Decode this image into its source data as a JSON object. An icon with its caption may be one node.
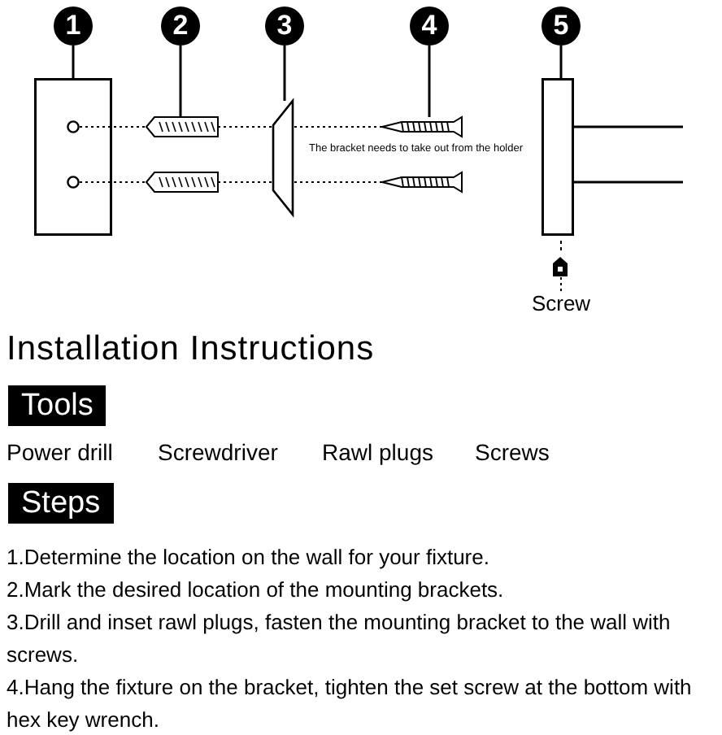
{
  "diagram": {
    "title": "Installation Instructions",
    "nodes": [
      {
        "text": [
          "1"
        ]
      },
      {
        "text": [
          "2"
        ]
      },
      {
        "text": [
          "3"
        ]
      },
      {
        "text": [
          "4"
        ]
      },
      {
        "text": [
          "5"
        ]
      },
      {
        "text": [],
        "shape": "box"
      },
      {
        "text": [],
        "shape": "plug"
      },
      {
        "text": [],
        "shape": "bracket"
      },
      {
        "text": [],
        "shape": "screw"
      },
      {
        "text": [],
        "shape": "box"
      },
      {
        "text": [],
        "shape": "screw"
      },
      {
        "text": [
          "Screw"
        ]
      },
      {
        "text": [
          "Tools"
        ]
      },
      {
        "text": [
          "Steps"
        ]
      },
      {
        "text": [],
        "shape": "plug"
      },
      {
        "text": [],
        "shape": "screw"
      },
      {
        "text": [],
        "shape": "circle",
        "in": 5
      },
      {
        "text": [],
        "shape": "circle",
        "in": 5
      }
    ],
    "edges": [
      {
        "from": 0,
        "to": 5,
        "arrow": "none"
      },
      {
        "from": 1,
        "to": 6,
        "arrow": "none"
      },
      {
        "from": 2,
        "to": 7,
        "arrow": "none"
      },
      {
        "from": 3,
        "to": 8,
        "arrow": "none"
      },
      {
        "from": 4,
        "to": 9,
        "arrow": "none"
      },
      {
        "from": 11,
        "to": 10,
        "arrow": "none",
        "style": "dashed"
      },
      {
        "from": 16,
        "to": 6,
        "arrow": "none",
        "style": "dashed"
      },
      {
        "from": 6,
        "to": 7,
        "arrow": "none",
        "style": "dashed"
      },
      {
        "from": 7,
        "to": 8,
        "arrow": "none",
        "style": "dashed"
      },
      {
        "from": 17,
        "to": 14,
        "arrow": "none",
        "style": "dashed"
      },
      {
        "from": 14,
        "to": 7,
        "arrow": "none",
        "style": "dashed"
      },
      {
        "from": 7,
        "to": 15,
        "arrow": "none",
        "style": "dashed"
      }
    ],
    "labels": [
      "The bracket needs to take out from the holder",
      "Power drill",
      "Screwdriver",
      "Rawl plugs",
      "Screws",
      "1.Determine the location on the wall for your fixture.",
      "2.Mark the desired location of the mounting brackets.",
      "3.Drill and inset rawl plugs, fasten the mounting bracket to the wall with screws.",
      "4.Hang the fixture on the bracket, tighten the set screw at the bottom with hex key wrench."
    ]
  }
}
